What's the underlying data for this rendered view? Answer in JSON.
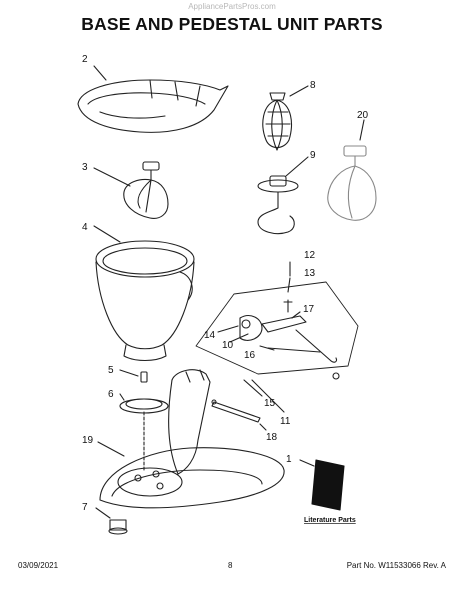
{
  "watermark": "AppliancePartsPros.com",
  "title": "BASE AND PEDESTAL UNIT PARTS",
  "callouts": {
    "c1": "1",
    "c2": "2",
    "c3": "3",
    "c4": "4",
    "c5": "5",
    "c6": "6",
    "c7": "7",
    "c8": "8",
    "c9": "9",
    "c10": "10",
    "c11": "11",
    "c12": "12",
    "c13": "13",
    "c14": "14",
    "c15": "15",
    "c16": "16",
    "c17": "17",
    "c18": "18",
    "c19": "19",
    "c20": "20"
  },
  "literature_label": "Literature Parts",
  "footer": {
    "date": "03/09/2021",
    "page": "8",
    "part_no": "Part No. W11533066  Rev. A"
  }
}
